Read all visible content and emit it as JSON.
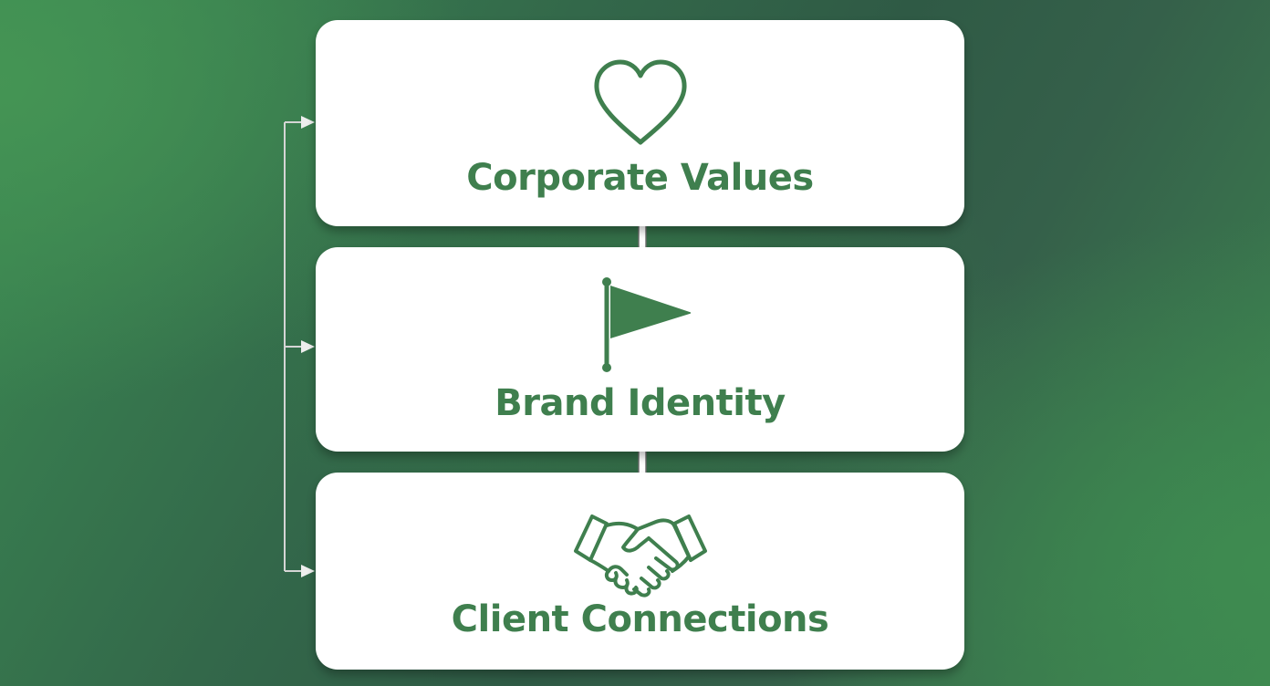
{
  "colors": {
    "accent": "#3f7f4e",
    "card": "#ffffff",
    "connector": "#d9d9d9"
  },
  "diagram": {
    "steps": [
      {
        "label": "Corporate Values",
        "icon": "heart-icon"
      },
      {
        "label": "Brand Identity",
        "icon": "flag-icon"
      },
      {
        "label": "Client Connections",
        "icon": "handshake-icon"
      }
    ]
  }
}
